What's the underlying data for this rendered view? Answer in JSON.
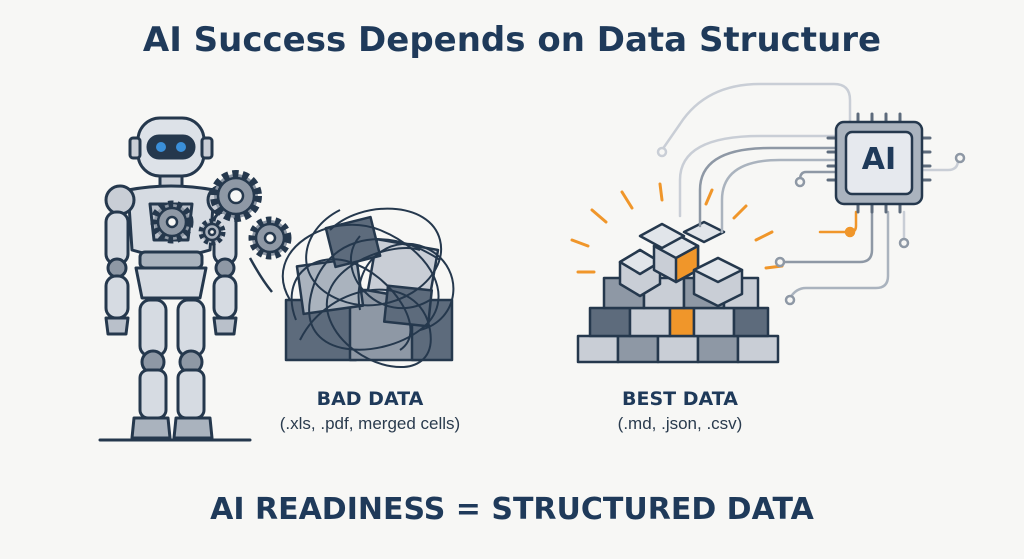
{
  "title": "AI Success Depends on Data Structure",
  "bad_data": {
    "label": "BAD DATA",
    "sub": "(.xls, .pdf, merged cells)"
  },
  "best_data": {
    "label": "BEST DATA",
    "sub": "(.md, .json, .csv)"
  },
  "chip": {
    "label": "AI"
  },
  "footer": "AI READINESS = STRUCTURED DATA",
  "colors": {
    "navy": "#1f3a5a",
    "outline": "#25384d",
    "gray_light": "#c9ced6",
    "gray_mid": "#8e98a5",
    "gray_dark": "#5d6b7c",
    "accent_orange": "#f0962a",
    "robot_eye": "#3a8fd9"
  },
  "icons": [
    "robot-icon",
    "gears-icon",
    "tangled-boxes-icon",
    "cube-pyramid-icon",
    "ai-chip-icon",
    "circuit-lines-icon"
  ]
}
